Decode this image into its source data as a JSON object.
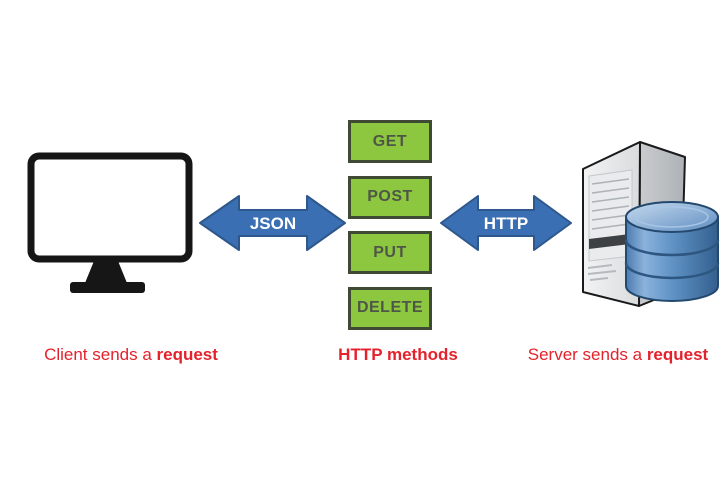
{
  "client": {
    "caption_regular": "Client sends a ",
    "caption_bold": "request"
  },
  "methods": {
    "items": [
      "GET",
      "POST",
      "PUT",
      "DELETE"
    ],
    "caption": "HTTP methods"
  },
  "arrows": {
    "client_methods_label": "JSON",
    "methods_server_label": "HTTP"
  },
  "server": {
    "caption_regular": "Server sends a ",
    "caption_bold": "request"
  },
  "colors": {
    "method_fill": "#8DC63F",
    "method_border": "#3E4A33",
    "method_text": "#4E5747",
    "arrow_fill": "#3A6FB3",
    "arrow_border": "#2E588C",
    "arrow_label": "#FFFFFF",
    "caption_red": "#E4222C",
    "monitor_color": "#161616"
  }
}
